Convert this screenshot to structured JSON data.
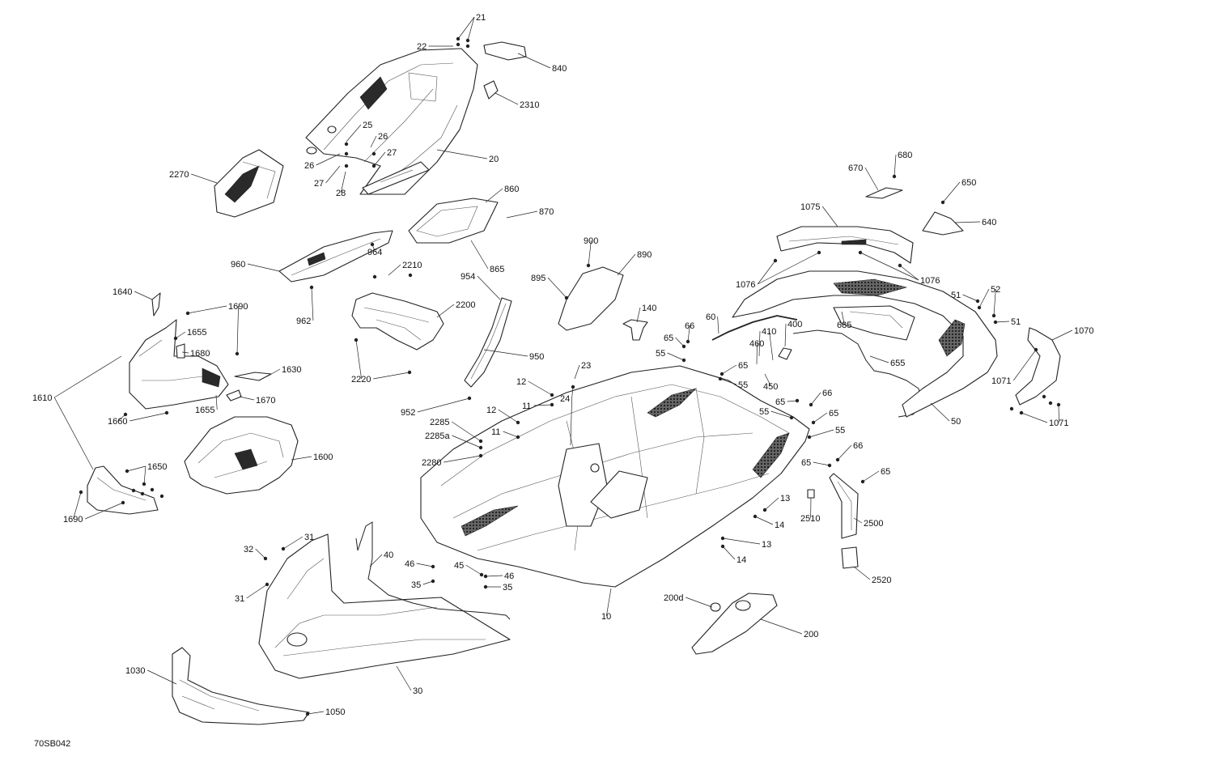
{
  "diagram": {
    "code": "70SB042",
    "labels": [
      "21",
      "22",
      "840",
      "2310",
      "20",
      "25",
      "26",
      "26",
      "27",
      "27",
      "28",
      "2270",
      "860",
      "870",
      "865",
      "960",
      "964",
      "962",
      "2210",
      "2200",
      "2220",
      "954",
      "950",
      "952",
      "900",
      "890",
      "895",
      "140",
      "1640",
      "1690",
      "1655",
      "1680",
      "1630",
      "1670",
      "1655",
      "1660",
      "1610",
      "1600",
      "1650",
      "1690",
      "12",
      "11",
      "12",
      "11",
      "24",
      "23",
      "2285",
      "2285a",
      "2280",
      "60",
      "65",
      "66",
      "55",
      "65",
      "55",
      "410",
      "400",
      "460",
      "450",
      "685",
      "655",
      "50",
      "670",
      "680",
      "650",
      "640",
      "1075",
      "1076",
      "1076",
      "51",
      "52",
      "51",
      "1070",
      "1071",
      "1071",
      "55",
      "65",
      "66",
      "65",
      "55",
      "66",
      "65",
      "65",
      "13",
      "14",
      "13",
      "14",
      "2510",
      "2500",
      "2520",
      "32",
      "31",
      "31",
      "40",
      "46",
      "45",
      "46",
      "35",
      "35",
      "10",
      "30",
      "1030",
      "1050",
      "200d",
      "200"
    ]
  }
}
